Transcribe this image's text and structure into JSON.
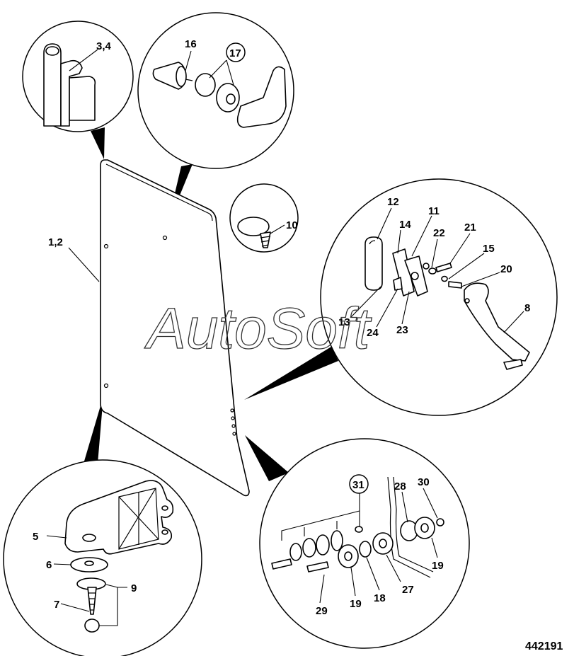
{
  "watermark": "AutoSoft",
  "figure_number": "442191",
  "labels": {
    "l_3_4": "3,4",
    "l_16": "16",
    "l_17": "17",
    "l_10": "10",
    "l_1_2": "1,2",
    "l_12": "12",
    "l_11": "11",
    "l_14": "14",
    "l_22": "22",
    "l_21": "21",
    "l_15": "15",
    "l_20": "20",
    "l_8": "8",
    "l_13": "13",
    "l_24": "24",
    "l_23": "23",
    "l_5": "5",
    "l_6": "6",
    "l_9": "9",
    "l_7": "7",
    "l_31": "31",
    "l_28": "28",
    "l_30": "30",
    "l_19a": "19",
    "l_29": "29",
    "l_19b": "19",
    "l_18": "18",
    "l_27": "27"
  }
}
